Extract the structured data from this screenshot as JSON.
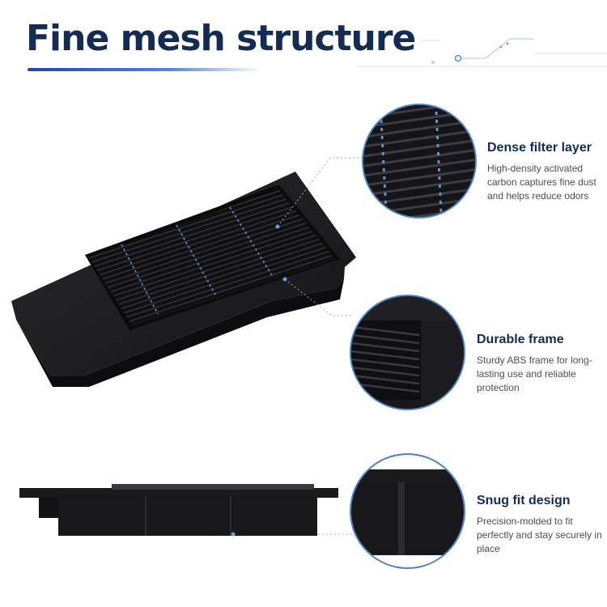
{
  "header": {
    "title": "Fine mesh structure"
  },
  "colors": {
    "title": "#142b52",
    "accent": "#4f86c7",
    "body_text": "#4a4f57",
    "product": "#1c1c1e"
  },
  "features": [
    {
      "heading": "Dense filter layer",
      "description": "High-density activated carbon captures fine dust and helps reduce odors"
    },
    {
      "heading": "Durable frame",
      "description": "Sturdy ABS frame for long-lasting use and reliable protection"
    },
    {
      "heading": "Snug fit design",
      "description": "Precision-molded to fit perfectly and stay securely in place"
    }
  ]
}
